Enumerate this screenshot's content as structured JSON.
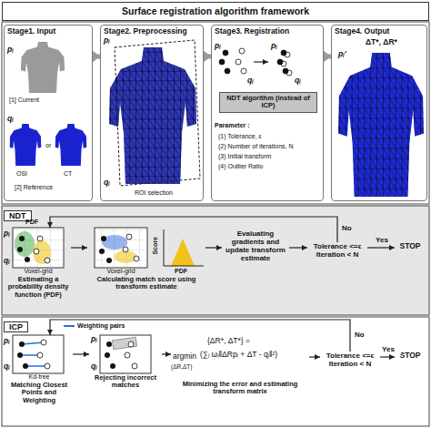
{
  "diagram": {
    "title": "Surface registration algorithm framework",
    "nodes": [
      {
        "text": [
          "Surface registration algorithm framework"
        ]
      },
      {
        "text": [
          "Stage1. Input"
        ]
      },
      {
        "text": [
          "Stage2. Preprocessing"
        ]
      },
      {
        "text": [
          "Stage3. Registration"
        ]
      },
      {
        "text": [
          "NDT algorithm (instead of ICP)"
        ],
        "in": 3
      },
      {
        "text": [
          "Stage4. Output"
        ]
      },
      {
        "text": [
          "NDT"
        ]
      },
      {
        "text": [
          "Voxel-grid",
          "Estimating a probability density function (PDF)"
        ],
        "in": 6
      },
      {
        "text": [
          "Voxel-grid",
          "Calculating match score using transform estimate"
        ],
        "in": 6
      },
      {
        "text": [
          "Evaluating gradients and update transform estimate"
        ],
        "in": 6
      },
      {
        "text": [
          "Tolerance <=ϵ Iteration < N"
        ],
        "in": 6
      },
      {
        "text": [
          "STOP"
        ],
        "in": 6
      },
      {
        "text": [
          "ICP"
        ]
      },
      {
        "text": [
          "Kd-tree",
          "Matching Closest Points and Weighting"
        ],
        "in": 12
      },
      {
        "text": [
          "Rejecting incorrect matches"
        ],
        "in": 12
      },
      {
        "text": [
          "{ΔR*, ΔT*} =",
          "argmin",
          "(ΔR,ΔT)",
          "(∑ᵢ ωᵢ‖ΔRpᵢ + ΔT - qᵢ‖²)",
          "Minimizing the error and estimating transform matrix"
        ],
        "in": 12
      },
      {
        "text": [
          "Tolerance <=ϵ Iteration < N"
        ],
        "in": 12
      },
      {
        "text": [
          "STOP"
        ],
        "in": 12
      }
    ],
    "edges": [
      {
        "from": 1,
        "to": 2,
        "arrow": "to"
      },
      {
        "from": 2,
        "to": 3,
        "arrow": "to"
      },
      {
        "from": 3,
        "to": 5,
        "arrow": "to"
      },
      {
        "from": 7,
        "to": 8,
        "arrow": "to"
      },
      {
        "from": 8,
        "to": 9,
        "arrow": "to"
      },
      {
        "from": 9,
        "to": 10,
        "arrow": "to"
      },
      {
        "from": 10,
        "to": 11,
        "label": "Yes",
        "arrow": "to"
      },
      {
        "from": 10,
        "to": 7,
        "label": "No",
        "arrow": "to"
      },
      {
        "from": 13,
        "to": 14,
        "arrow": "to"
      },
      {
        "from": 14,
        "to": 15,
        "arrow": "to"
      },
      {
        "from": 15,
        "to": 16,
        "arrow": "to"
      },
      {
        "from": 16,
        "to": 17,
        "label": "Yes",
        "arrow": "to"
      },
      {
        "from": 16,
        "to": 13,
        "label": "No",
        "arrow": "to"
      }
    ],
    "labels": [
      "pᵢ",
      "[1] Current",
      "qᵢ",
      "OSI",
      "or",
      "CT",
      "[2] Reference",
      "pᵢ",
      "qᵢ",
      "ROI selection",
      "pᵢ",
      "qᵢ",
      "pᵢ",
      "qᵢ",
      "Parameter :",
      "(1) Tolerance, ϵ",
      "(2) Number of iterations, N",
      "(3) Initial transform",
      "(4) Outlier Ratio",
      "ΔT*, ΔR*",
      "pᵢ'",
      "pᵢ",
      "PDF",
      "qᵢ",
      "Score",
      "PDF",
      "pᵢ",
      "qᵢ",
      "pᵢ",
      "qᵢ"
    ],
    "legend": [
      {
        "text": "Weighting pairs"
      }
    ]
  }
}
